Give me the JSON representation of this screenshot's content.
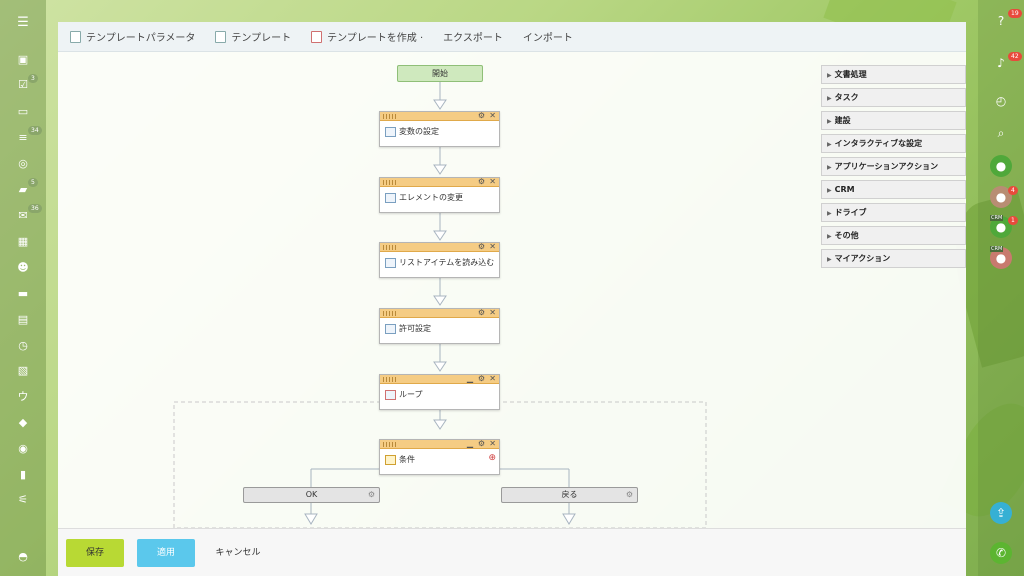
{
  "toolbar": {
    "template_params": "テンプレートパラメータ",
    "template": "テンプレート",
    "create_template": "テンプレートを作成 ·",
    "export": "エクスポート",
    "import": "インポート"
  },
  "workflow": {
    "start": "開始",
    "activities": [
      "変数の設定",
      "エレメントの変更",
      "リストアイテムを読み込む",
      "許可設定",
      "ループ",
      "条件"
    ],
    "branches": [
      "OK",
      "戻る"
    ]
  },
  "palette": [
    "文書処理",
    "タスク",
    "建設",
    "インタラクティブな設定",
    "アプリケーションアクション",
    "CRM",
    "ドライブ",
    "その他",
    "マイアクション"
  ],
  "footer": {
    "save": "保存",
    "apply": "適用",
    "cancel": "キャンセル"
  },
  "left_badges": [
    "3",
    "34",
    "5",
    "36"
  ],
  "right_badges": [
    "19",
    "42",
    "4",
    "1"
  ],
  "crm_label": "CRM",
  "colors": {
    "start_green": "#cfe9be",
    "activity_header": "#f5cc84",
    "save_button": "#b8d934",
    "apply_button": "#5bc8ec",
    "badge_red": "#e84a3c"
  }
}
